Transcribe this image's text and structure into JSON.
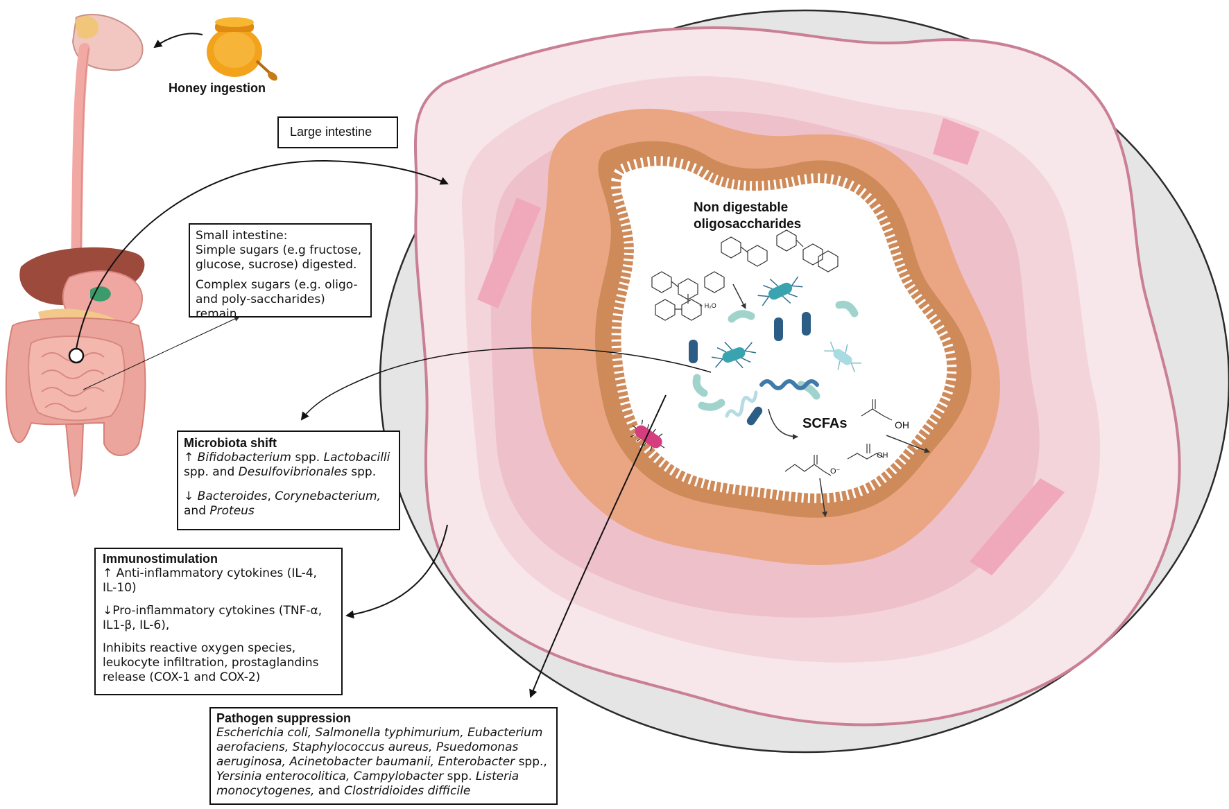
{
  "labels": {
    "honey": "Honey ingestion",
    "large_intestine": "Large intestine",
    "ndo_line1": "Non digestable",
    "ndo_line2": "oligosaccharides",
    "scfas": "SCFAs",
    "water": "+ H₂O",
    "oh1": "OH",
    "oh2": "OH",
    "o_minus": "O⁻"
  },
  "small_intestine": {
    "line1": "Small intestine:",
    "line2": "Simple sugars (e.g fructose,",
    "line3": "glucose, sucrose) digested.",
    "line4": "Complex sugars (e.g. oligo-",
    "line5": "and poly-saccharides) remain"
  },
  "microbiota": {
    "title": "Microbiota shift",
    "up_arrow": "↑ ",
    "up_1": "Bifidobacterium",
    "up_2": " spp. ",
    "up_3": "Lactobacilli",
    "up_4": "spp. and ",
    "up_5": "Desulfovibrionales",
    "up_6": " spp.",
    "down_arrow": "↓ ",
    "down_1": "Bacteroides",
    "down_2": ", ",
    "down_3": "Corynebacterium,",
    "down_4": "and ",
    "down_5": "Proteus"
  },
  "immuno": {
    "title": "Immunostimulation",
    "line1": "↑ Anti-inflammatory cytokines (IL-4,",
    "line2": "IL-10)",
    "line3": "↓Pro-inflammatory cytokines (TNF-α,",
    "line4": "IL1-β, IL-6),",
    "line5": "Inhibits reactive oxygen species,",
    "line6": "leukocyte infiltration, prostaglandins",
    "line7": "release (COX-1 and COX-2)"
  },
  "pathogen": {
    "title": "Pathogen suppression",
    "l1a": "Escherichia coli, Salmonella typhimurium, Eubacterium",
    "l2a": "aerofaciens, Staphylococcus aureus, Psuedomonas",
    "l3a": "aeruginosa, Acinetobacter baumanii, Enterobacter",
    "l3b": " spp.,",
    "l4a": "Yersinia enterocolitica, Campylobacter",
    "l4b": " spp. ",
    "l4c": "Listeria",
    "l5a": "monocytogenes,",
    "l5b": " and ",
    "l5c": "Clostridioides difficile"
  },
  "colors": {
    "outer_gray": "#e4e4e4",
    "serosa_line": "#c97f94",
    "muscle_pink": "#f4d9df",
    "submucosa_pink": "#f0c3cc",
    "mucosa_orange": "#eba582",
    "villi_brown": "#cf8a5a",
    "bacteria_teal": "#3aa3b0",
    "bacteria_navy": "#2c5d84",
    "bacteria_mint": "#9fd3cc",
    "pathogen_magenta": "#d43d7e"
  }
}
